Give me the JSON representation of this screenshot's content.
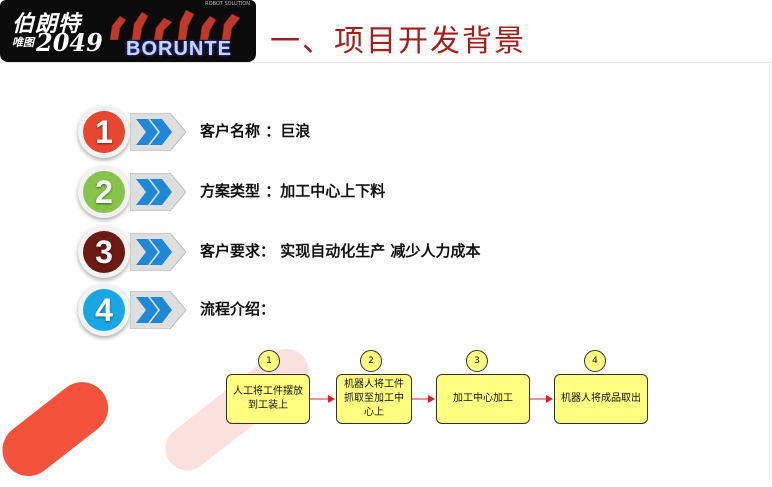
{
  "logo": {
    "hand_line1": "伯朗特",
    "hand_line2": "唯图",
    "hand_line3": "2049",
    "brand": "BORUNTE",
    "tiny": "ROBOT SOLUTION"
  },
  "title": "一、项目开发背景",
  "items": [
    {
      "num": "1",
      "color": "#e8472f",
      "label": "客户名称 ：巨浪"
    },
    {
      "num": "2",
      "color": "#86c44c",
      "label": "方案类型 ：加工中心上下料"
    },
    {
      "num": "3",
      "color": "#6a1a12",
      "label": "客户要求： 实现自动化生产  减少人力成本"
    },
    {
      "num": "4",
      "color": "#1aa6e4",
      "label": "流程介绍："
    }
  ],
  "flow": [
    {
      "num": "1",
      "text": "人工将工件摆放到工装上"
    },
    {
      "num": "2",
      "text": "机器人将工件抓取至加工中心上"
    },
    {
      "num": "3",
      "text": "加工中心加工"
    },
    {
      "num": "4",
      "text": "机器人将成品取出"
    }
  ],
  "colors": {
    "accent": "#a1201c",
    "chevron": "#1f88d6",
    "flow_fill": "#ffff80",
    "arrow": "#e02020"
  }
}
